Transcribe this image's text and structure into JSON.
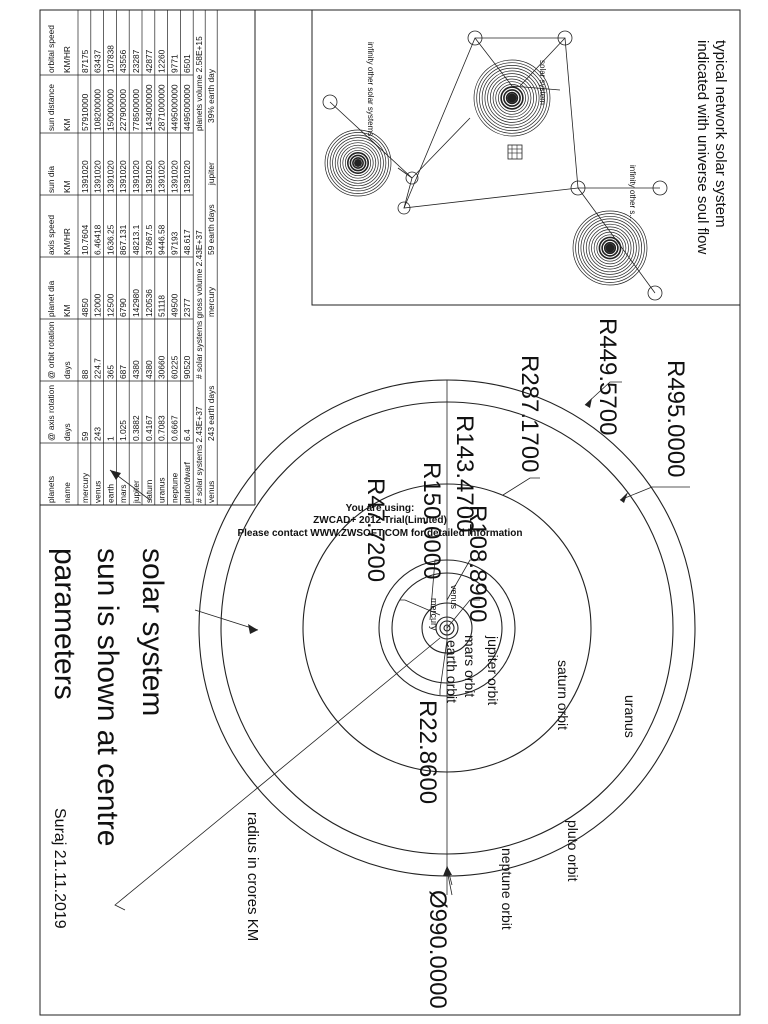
{
  "table": {
    "headers": [
      [
        "planets",
        "name"
      ],
      [
        "@ axis rotation",
        "days"
      ],
      [
        "@ orbit rotation",
        "days"
      ],
      [
        "planet dia",
        "KM"
      ],
      [
        "axis speed",
        "KM/HR"
      ],
      [
        "sun dia",
        "KM"
      ],
      [
        "sun distance",
        "KM"
      ],
      [
        "orbital speed",
        "KM/HR"
      ]
    ],
    "rows": [
      [
        "mercury",
        "59",
        "88",
        "4850",
        "10.7604",
        "1391020",
        "57910000",
        "87175"
      ],
      [
        "venus",
        "243",
        "224.7",
        "12000",
        "6.46418",
        "1391020",
        "108200000",
        "63437"
      ],
      [
        "earth",
        "1",
        "365",
        "12500",
        "1636.25",
        "1391020",
        "150000000",
        "107838"
      ],
      [
        "mars",
        "1.025",
        "687",
        "6790",
        "867.131",
        "1391020",
        "227900000",
        "43556"
      ],
      [
        "jupiter",
        "0.3882",
        "4380",
        "142980",
        "48213.1",
        "1391020",
        "778500000",
        "23287"
      ],
      [
        "saturn",
        "0.4167",
        "4380",
        "120536",
        "37867.5",
        "1391020",
        "1434000000",
        "42877"
      ],
      [
        "uranus",
        "0.7083",
        "30660",
        "51118",
        "9446.58",
        "1391020",
        "2871000000",
        "12260"
      ],
      [
        "neptune",
        "0.6667",
        "60225",
        "49500",
        "97193",
        "1391020",
        "4495000000",
        "9771"
      ],
      [
        "pluto/dwarf",
        "6.4",
        "90520",
        "2377",
        "48.617",
        "1391020",
        "4495000000",
        "6501"
      ]
    ],
    "footer1": {
      "left": "# solar systems 2.43E+37",
      "mid": "# solar systems gross volume 2.43E+37",
      "right": "planets volume 2.58E+15"
    },
    "footer2": {
      "c1": "venus",
      "c2": "243 earth days",
      "c3": "mercury",
      "c4": "59 earth days",
      "c5": "jupiter",
      "c6": "39% earth day"
    }
  },
  "network": {
    "title_line1": "typical network solar system",
    "title_line2": "indicated with universe soul flow",
    "label_center": "solar system",
    "label_left": "infinity other solar systems",
    "label_right": "infinity other s..."
  },
  "main": {
    "radii": {
      "r495": "R495.0000",
      "r449": "R449.5700",
      "r287": "R287.1700",
      "r143": "R143.4700",
      "r150": "R150.0000",
      "r108": "R108.8900",
      "r47": "R47.7200",
      "r22": "R22.8600",
      "dia": "Ø990.0000"
    },
    "orbits": {
      "uranus": "uranus",
      "saturn": "saturn orbit",
      "jupiter": "jupiter orbit",
      "mars": "mars orbit",
      "earth": "earth orbit",
      "pluto": "pluto orbit",
      "neptune": "neptune orbit",
      "venus": "venus",
      "mercury": "mercury"
    },
    "caption_line1": "solar system",
    "caption_line2": "sun is shown at centre",
    "caption_line3": "parameters",
    "radius_note": "radius in crores KM",
    "author": "Suraj 21.11.2019"
  },
  "watermark": {
    "line1": "You are using:",
    "line2": "ZWCAD+ 2012 Trial(Limited)",
    "line3": "Please contact WWW.ZWSOFT.COM for detailed information"
  }
}
